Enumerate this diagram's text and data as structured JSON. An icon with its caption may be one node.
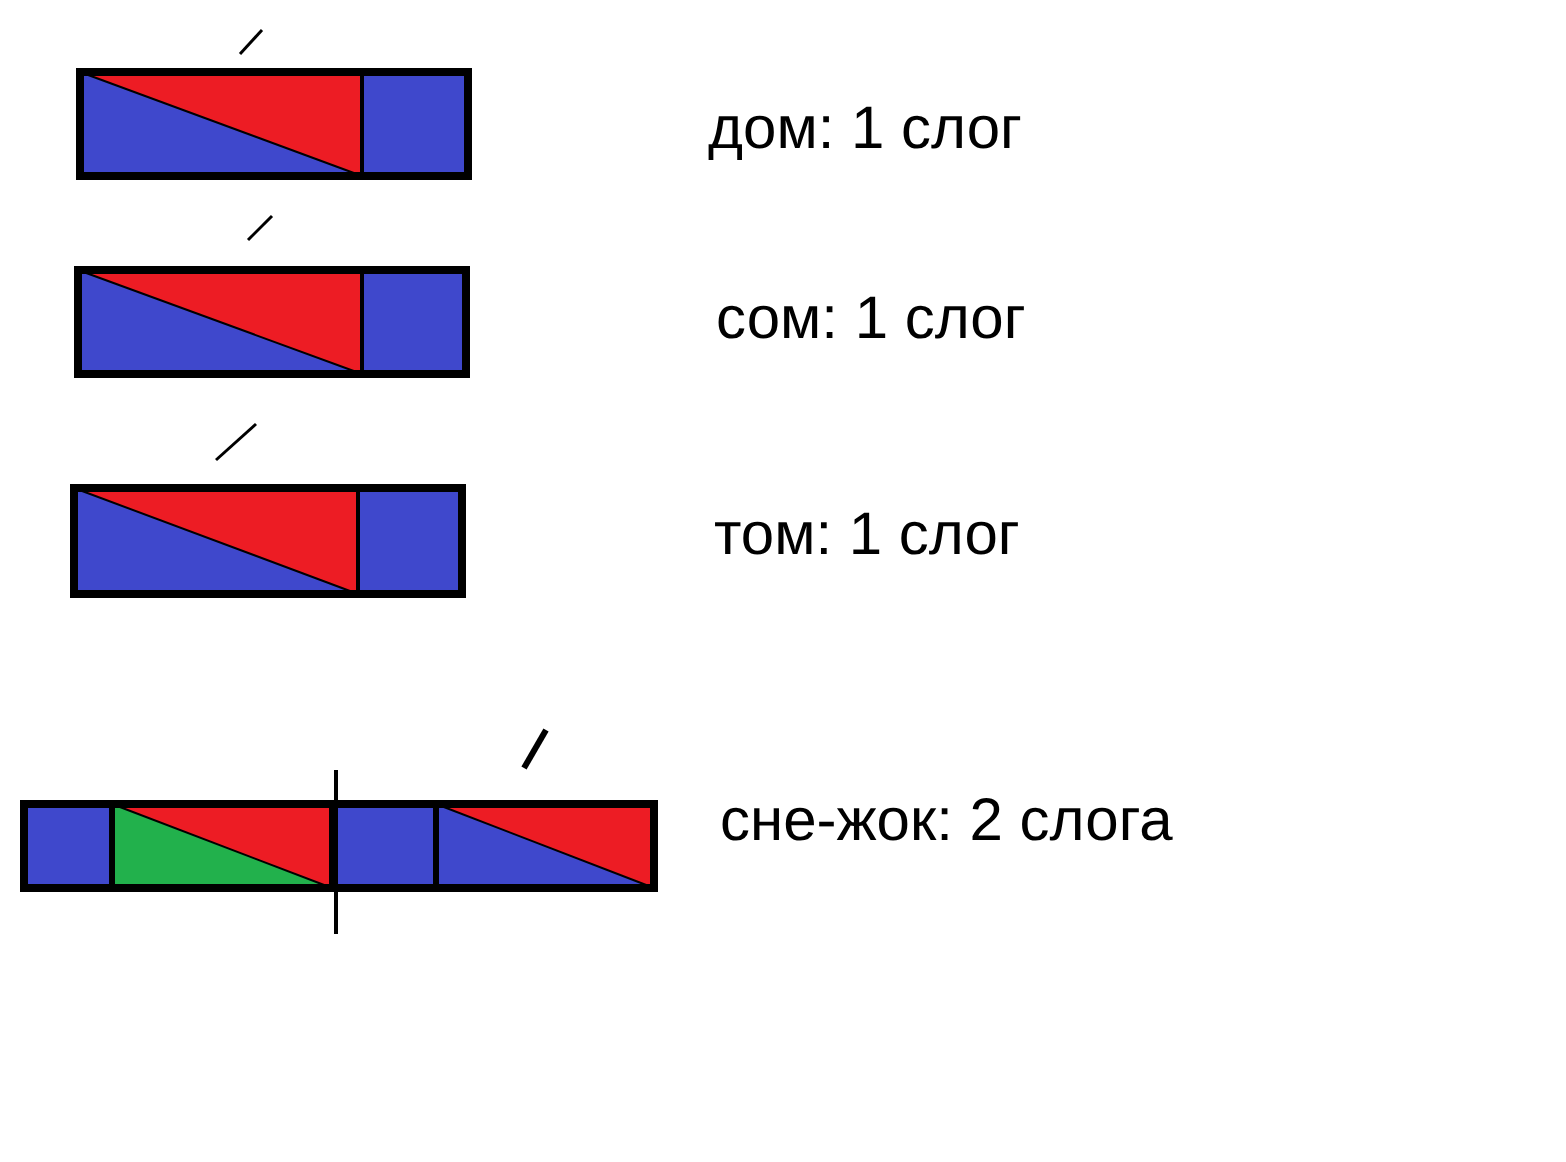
{
  "diagram": {
    "labels": [
      "дом: 1 слог",
      "сом: 1 слог",
      "том: 1 слог",
      "сне-жок: 2 слога"
    ]
  }
}
